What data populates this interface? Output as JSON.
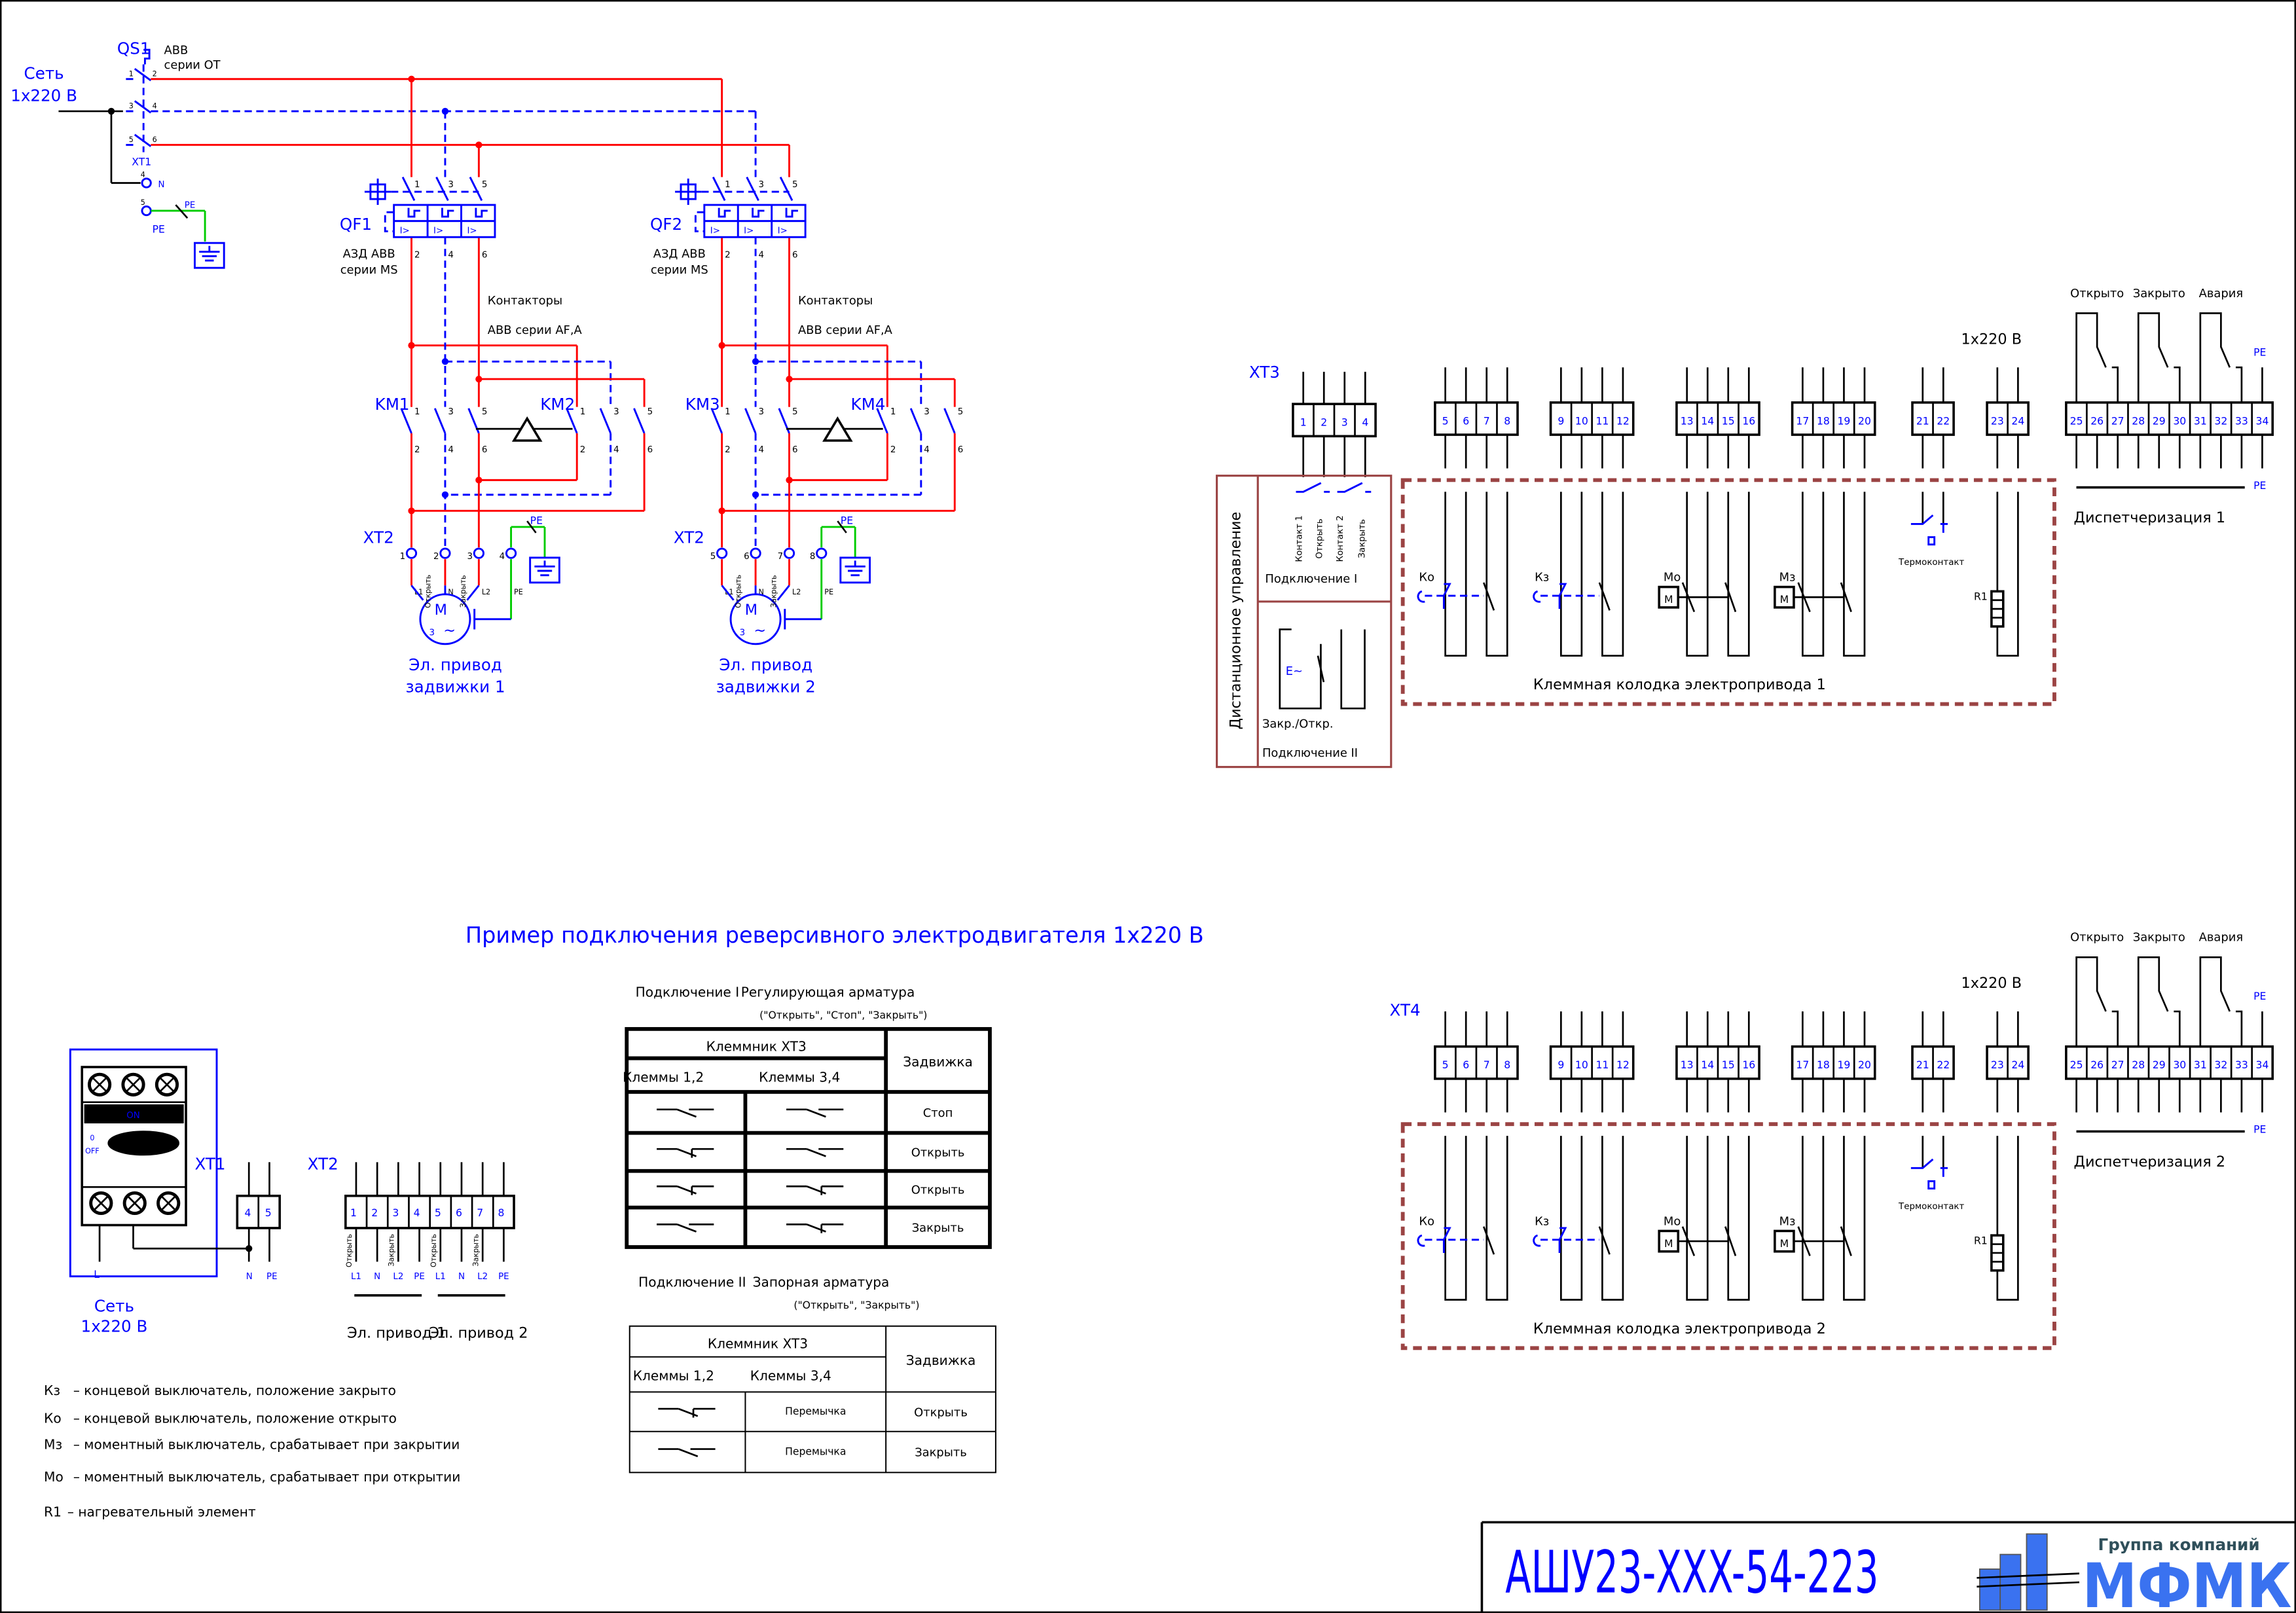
{
  "supply": {
    "net": "Сеть",
    "voltage": "1x220 В"
  },
  "qs1": {
    "label": "QS1",
    "maker": "ABB",
    "series": "серии ОТ",
    "pins": [
      "1",
      "2",
      "3",
      "4",
      "5",
      "6"
    ]
  },
  "xt1_top": {
    "label": "XT1",
    "n_pin": "4",
    "n": "N",
    "pe_pin": "5",
    "pe": "PE",
    "pe_wire": "PE"
  },
  "groups": [
    {
      "qf": "QF1",
      "qf_maker": "АЗД ABB",
      "qf_series": "серии MS",
      "qf_trip": "I>",
      "qf_top": [
        "1",
        "3",
        "5"
      ],
      "qf_bottom": [
        "2",
        "4",
        "6"
      ],
      "contactors": "Контакторы",
      "contactors_series": "ABB серии AF,A",
      "km_a": "KM1",
      "km_b": "KM2",
      "km_top": [
        "1",
        "3",
        "5"
      ],
      "km_bottom": [
        "2",
        "4",
        "6"
      ],
      "xt": "XT2",
      "xt_pins": [
        "1",
        "2",
        "3",
        "4"
      ],
      "motor_pins": [
        "L1",
        "N",
        "L2",
        "PE"
      ],
      "pe": "PE",
      "open": "Открыть",
      "close": "Закрыть",
      "motor": "M",
      "motor_phase": "3",
      "motor_ac": "~",
      "caption1": "Эл. привод",
      "caption2": "задвижки 1"
    },
    {
      "qf": "QF2",
      "qf_maker": "АЗД ABB",
      "qf_series": "серии MS",
      "qf_trip": "I>",
      "qf_top": [
        "1",
        "3",
        "5"
      ],
      "qf_bottom": [
        "2",
        "4",
        "6"
      ],
      "contactors": "Контакторы",
      "contactors_series": "ABB серии AF,A",
      "km_a": "KM3",
      "km_b": "KM4",
      "km_top": [
        "1",
        "3",
        "5"
      ],
      "km_bottom": [
        "2",
        "4",
        "6"
      ],
      "xt": "XT2",
      "xt_pins": [
        "5",
        "6",
        "7",
        "8"
      ],
      "motor_pins": [
        "L1",
        "N",
        "L2",
        "PE"
      ],
      "pe": "PE",
      "open": "Открыть",
      "close": "Закрыть",
      "motor": "M",
      "motor_phase": "3",
      "motor_ac": "~",
      "caption1": "Эл. привод",
      "caption2": "задвижки 2"
    }
  ],
  "control_block": [
    "1",
    "2",
    "3",
    "4"
  ],
  "terminal_blocks": [
    [
      "5",
      "6",
      "7",
      "8"
    ],
    [
      "9",
      "10",
      "11",
      "12"
    ],
    [
      "13",
      "14",
      "15",
      "16"
    ],
    [
      "17",
      "18",
      "19",
      "20"
    ],
    [
      "21",
      "22"
    ],
    [
      "23",
      "24"
    ],
    [
      "25",
      "26",
      "27",
      "28",
      "29",
      "30",
      "31",
      "32",
      "33",
      "34"
    ]
  ],
  "terminal_panels": [
    {
      "xt": "XT3",
      "voltage": "1x220 В",
      "signals": [
        "Открыто",
        "Закрыто",
        "Авария"
      ],
      "pe": "PE",
      "dispatch": "Диспетчеризация 1",
      "box_title": "Клеммная колодка электропривода 1",
      "ko": "Ко",
      "kz": "Кз",
      "mo": "Мо",
      "mz": "Мз",
      "motor": "M",
      "thermo": "Термоконтакт",
      "heater": "R1"
    },
    {
      "xt": "XT4",
      "voltage": "1x220 В",
      "signals": [
        "Открыто",
        "Закрыто",
        "Авария"
      ],
      "pe": "PE",
      "dispatch": "Диспетчеризация 2",
      "box_title": "Клеммная колодка электропривода 2",
      "ko": "Ко",
      "kz": "Кз",
      "mo": "Мо",
      "mz": "Мз",
      "motor": "M",
      "thermo": "Термоконтакт",
      "heater": "R1"
    }
  ],
  "remote": {
    "title": "Дистанционное управление",
    "contact1": "Контакт 1",
    "open": "Открыть",
    "contact2": "Контакт 2",
    "close": "Закрыть",
    "conn1": "Подключение I",
    "switch_sym": "E~",
    "switch": "Закр./Откр.",
    "conn2": "Подключение II"
  },
  "heading": "Пример подключения реверсивного электродвигателя 1x220 В",
  "device": {
    "on": "ON",
    "off0": "0",
    "off": "OFF",
    "l": "L",
    "xt1": "XT1",
    "xt1_pins": [
      "4",
      "5"
    ],
    "xt1_labels": [
      "N",
      "PE"
    ],
    "xt2": "XT2",
    "xt2_pins": [
      "1",
      "2",
      "3",
      "4",
      "5",
      "6",
      "7",
      "8"
    ],
    "xt2_labels": [
      "L1",
      "N",
      "L2",
      "PE",
      "L1",
      "N",
      "L2",
      "PE"
    ],
    "xt2_functions": [
      "Открыть",
      "",
      "Закрыть",
      "",
      "Открыть",
      "",
      "Закрыть",
      ""
    ],
    "drive1": "Эл. привод 1",
    "drive2": "Эл. привод 2",
    "net": "Сеть",
    "voltage": "1x220 В"
  },
  "tables": [
    {
      "title": "Подключение I",
      "kind": "Регулирующая арматура",
      "commands": "(\"Открыть\", \"Стоп\", \"Закрыть\")",
      "header": "Клеммник XT3",
      "col1": "Клеммы 1,2",
      "col2": "Клеммы 3,4",
      "col3": "Задвижка",
      "rows": [
        {
          "c1": "switch-open",
          "c2": "switch-open",
          "state": "Стоп"
        },
        {
          "c1": "switch-closed",
          "c2": "switch-open",
          "state": "Открыть"
        },
        {
          "c1": "switch-closed",
          "c2": "switch-closed",
          "state": "Открыть"
        },
        {
          "c1": "switch-open",
          "c2": "switch-closed",
          "state": "Закрыть"
        }
      ]
    },
    {
      "title": "Подключение II",
      "kind": "Запорная арматура",
      "commands": "(\"Открыть\", \"Закрыть\")",
      "header": "Клеммник XT3",
      "col1": "Клеммы 1,2",
      "col2": "Клеммы 3,4",
      "col3": "Задвижка",
      "rows": [
        {
          "c1": "switch-closed",
          "c2_text": "Перемычка",
          "state": "Открыть"
        },
        {
          "c1": "switch-open",
          "c2_text": "Перемычка",
          "state": "Закрыть"
        }
      ]
    }
  ],
  "legend": [
    {
      "code": "Кз",
      "text": "–  концевой выключатель, положение закрыто"
    },
    {
      "code": "Ко",
      "text": "–  концевой выключатель, положение открыто"
    },
    {
      "code": "Мз",
      "text": "–  моментный выключатель, срабатывает при закрытии"
    },
    {
      "code": "Мо",
      "text": "–  моментный выключатель, срабатывает при открытии"
    },
    {
      "code": "R1",
      "text": "– нагревательный элемент"
    }
  ],
  "title_block": {
    "code": "АШУ23-XXX-54-223",
    "company_group": "Группа компаний",
    "company": "МФМК"
  },
  "colors": {
    "phase": "#ff0000",
    "neutral": "#0000ff",
    "earth": "#00cc00",
    "frame": "#9b4444",
    "logo": "#3a72f0"
  }
}
